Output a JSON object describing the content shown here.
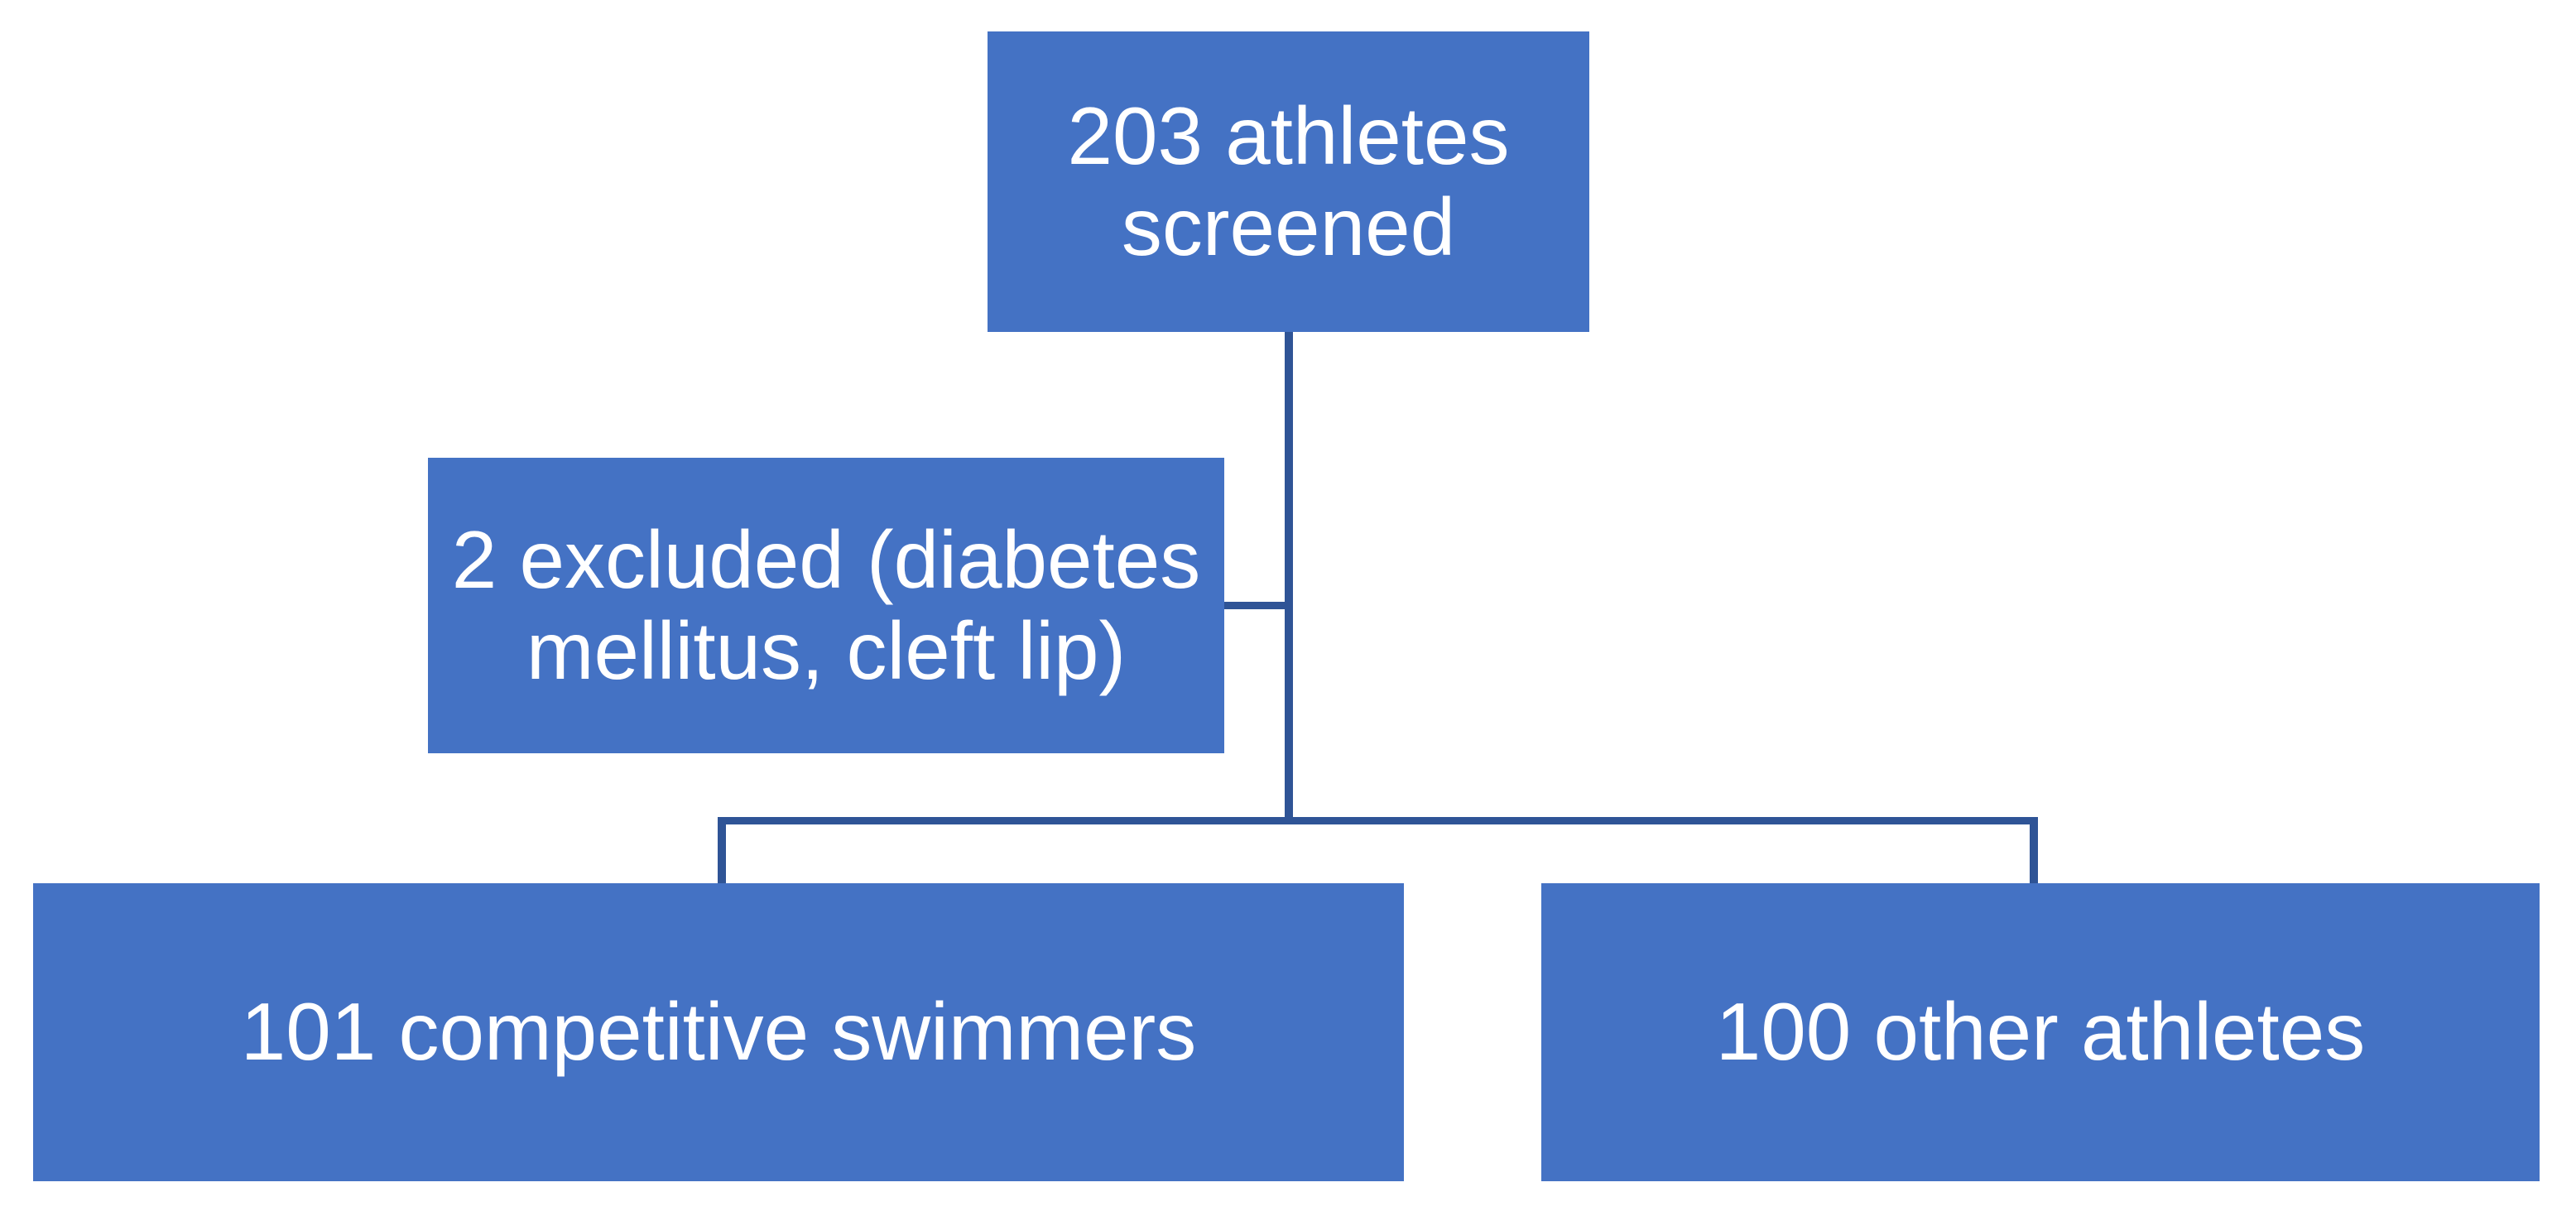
{
  "colors": {
    "background": "#ffffff",
    "box_fill": "#4472C4",
    "box_text": "#ffffff",
    "connector": "#2F5496"
  },
  "nodes": {
    "screened": {
      "line1": "203 athletes",
      "line2": "screened",
      "full_text": "203 athletes screened",
      "count": 203
    },
    "excluded": {
      "line1": "2 excluded (diabetes",
      "line2": "mellitus, cleft lip)",
      "full_text": "2 excluded (diabetes mellitus, cleft lip)",
      "count": 2
    },
    "swimmers": {
      "line1": "101 competitive swimmers",
      "full_text": "101 competitive swimmers",
      "count": 101
    },
    "others": {
      "line1": "100 other athletes",
      "full_text": "100 other athletes",
      "count": 100
    }
  },
  "edges": [
    [
      "screened",
      "excluded"
    ],
    [
      "screened",
      "swimmers"
    ],
    [
      "screened",
      "others"
    ]
  ]
}
